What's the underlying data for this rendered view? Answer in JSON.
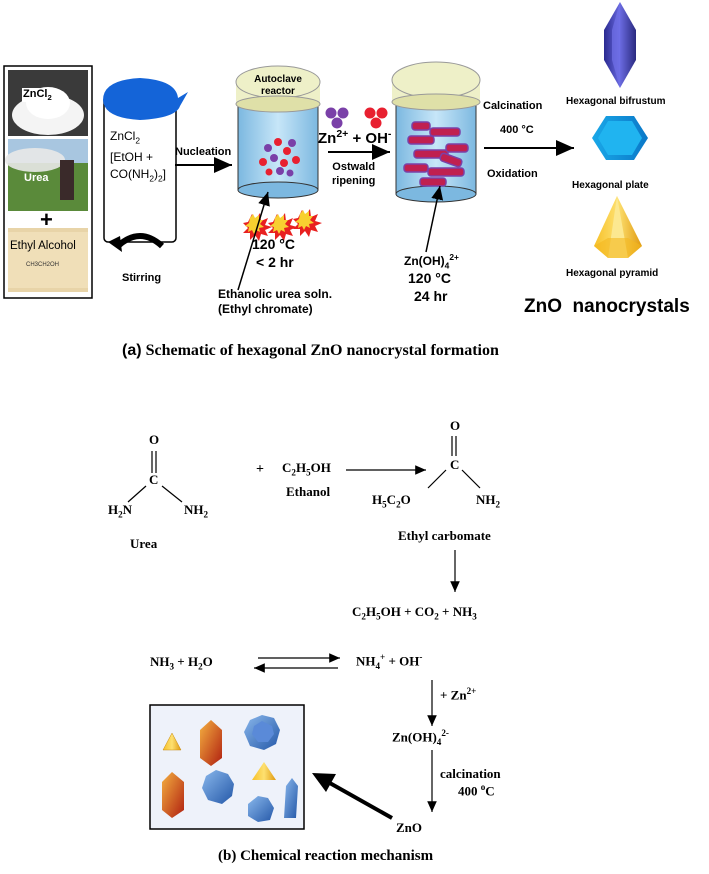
{
  "panel_a": {
    "ingredients": {
      "zncl2": "ZnCl",
      "zncl2_sub": "2",
      "urea": "Urea",
      "plus": "+",
      "ethyl_alcohol": "Ethyl Alcohol",
      "ethyl_formula": "CH3CH2OH"
    },
    "beaker": {
      "line1": "ZnCl",
      "line1_sub": "2",
      "line2": "[EtOH +",
      "line3": "CO(NH",
      "line3_sub": "2",
      "line3_end": ")",
      "line3_sub2": "2",
      "line3_close": "]",
      "stirring": "Stirring"
    },
    "nucleation": "Nucleation",
    "reactor1": {
      "label_line1": "Autoclave",
      "label_line2": "reactor",
      "temp": "120 °C",
      "time": "< 2 hr",
      "soln_line1": "Ethanolic urea soln.",
      "soln_line2": "(Ethyl chromate)"
    },
    "ions": {
      "zn": "Zn",
      "zn_sup": "2+",
      "plus_oh": " + OH",
      "oh_sup": "-",
      "ostwald_line1": "Ostwald",
      "ostwald_line2": "ripening"
    },
    "reactor2": {
      "species": "Zn(OH)",
      "species_sub": "4",
      "species_sup": "2+",
      "temp": "120 °C",
      "time": "24 hr"
    },
    "calcination": "Calcination",
    "calcination_temp": "400 °C",
    "oxidation": "Oxidation",
    "shapes": {
      "bifrustum": "Hexagonal bifrustum",
      "plate": "Hexagonal plate",
      "pyramid": "Hexagonal pyramid"
    },
    "product": "ZnO  nanocrystals",
    "caption_prefix": "(a)",
    "caption": " Schematic of hexagonal ZnO nanocrystal formation"
  },
  "panel_b": {
    "urea": {
      "o": "O",
      "c": "C",
      "h2n": "H",
      "h2n_sub": "2",
      "h2n_end": "N",
      "nh2": "NH",
      "nh2_sub": "2",
      "name": "Urea"
    },
    "plus": "+",
    "ethanol": {
      "formula_c": "C",
      "formula_c_sub": "2",
      "formula_h": "H",
      "formula_h_sub": "5",
      "formula_end": "OH",
      "name": "Ethanol"
    },
    "carbamate": {
      "o": "O",
      "c": "C",
      "left_h": "H",
      "left_h_sub": "5",
      "left_c": "C",
      "left_c_sub": "2",
      "left_end": "O",
      "nh2": "NH",
      "nh2_sub": "2",
      "name": "Ethyl carbomate"
    },
    "products": {
      "c": "C",
      "c_sub": "2",
      "h": "H",
      "h_sub": "5",
      "rest1": "OH + CO",
      "co2_sub": "2",
      "rest2": " + NH",
      "nh3_sub": "3"
    },
    "equilibrium": {
      "left": "NH",
      "left_sub": "3",
      "left_end": " + H",
      "h2o_sub": "2",
      "left_o": "O",
      "right": "NH",
      "right_sub": "4",
      "right_sup": "+",
      "right_end": " + OH",
      "oh_sup": "-"
    },
    "plus_zn": "+ Zn",
    "plus_zn_sup": "2+",
    "zincate": "Zn(OH)",
    "zincate_sub": "4",
    "zincate_sup": "2-",
    "calcination": "calcination",
    "calcination_temp": "400 ",
    "calcination_deg": "o",
    "calcination_c": "C",
    "zno": "ZnO",
    "caption_prefix": "(b)",
    "caption": " Chemical reaction mechanism"
  },
  "colors": {
    "reactor_fill": "#a9d4ee",
    "reactor_lid": "#eef0c8",
    "beaker_cap": "#1464d8",
    "particle_red": "#e82030",
    "particle_purple": "#7a40a8",
    "crystal_blue": "#3c78c8",
    "crystal_purple": "#4a4ab8",
    "crystal_yellow": "#f2c020",
    "crystal_orange": "#d84818"
  }
}
